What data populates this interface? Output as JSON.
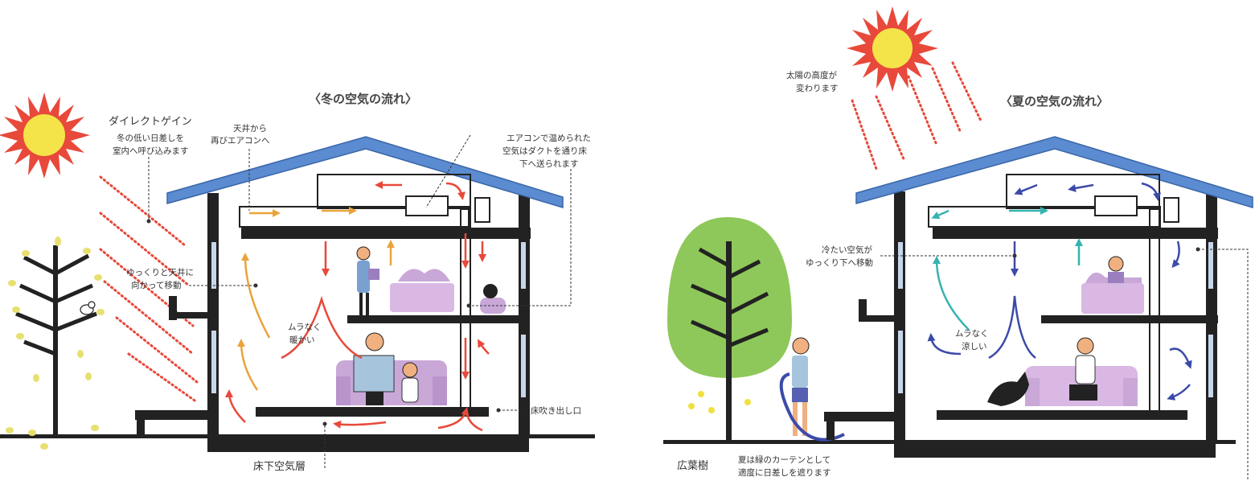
{
  "winter": {
    "title": "〈冬の空気の流れ〉",
    "direct_gain": "ダイレクトゲイン",
    "direct_gain_desc": [
      "冬の低い日差しを",
      "室内へ呼び込みます"
    ],
    "ceiling_return": [
      "天井から",
      "再びエアコンへ"
    ],
    "aircon_duct": [
      "エアコンで温められた",
      "空気はダクトを通り床",
      "下へ送られます"
    ],
    "rise_slowly": [
      "ゆっくりと天井に",
      "向かって移動"
    ],
    "even_warm": [
      "ムラなく",
      "暖かい"
    ],
    "floor_outlet": "床吹き出し口",
    "underfloor_layer": "床下空気層"
  },
  "summer": {
    "title": "〈夏の空気の流れ〉",
    "sun_altitude": [
      "太陽の高度が",
      "変わります"
    ],
    "cool_air": [
      "冷たい空気が",
      "ゆっくり下へ移動"
    ],
    "even_cool": [
      "ムラなく",
      "涼しい"
    ],
    "deciduous_tree": "広葉樹",
    "tree_desc": [
      "夏は緑のカーテンとして",
      "適度に日差しを遮ります"
    ]
  },
  "colors": {
    "roof": "#5b8bd0",
    "wall": "#222222",
    "warm_arrow": "#e8493a",
    "warm_arrow_alt": "#eaa33a",
    "cool_arrow": "#3c4aa8",
    "cool_arrow_alt": "#35b3b0",
    "sun": "#e8493a",
    "sun_core": "#f5e34a",
    "furniture": "#c9a8d8",
    "tree_green": "#8fc85a"
  }
}
